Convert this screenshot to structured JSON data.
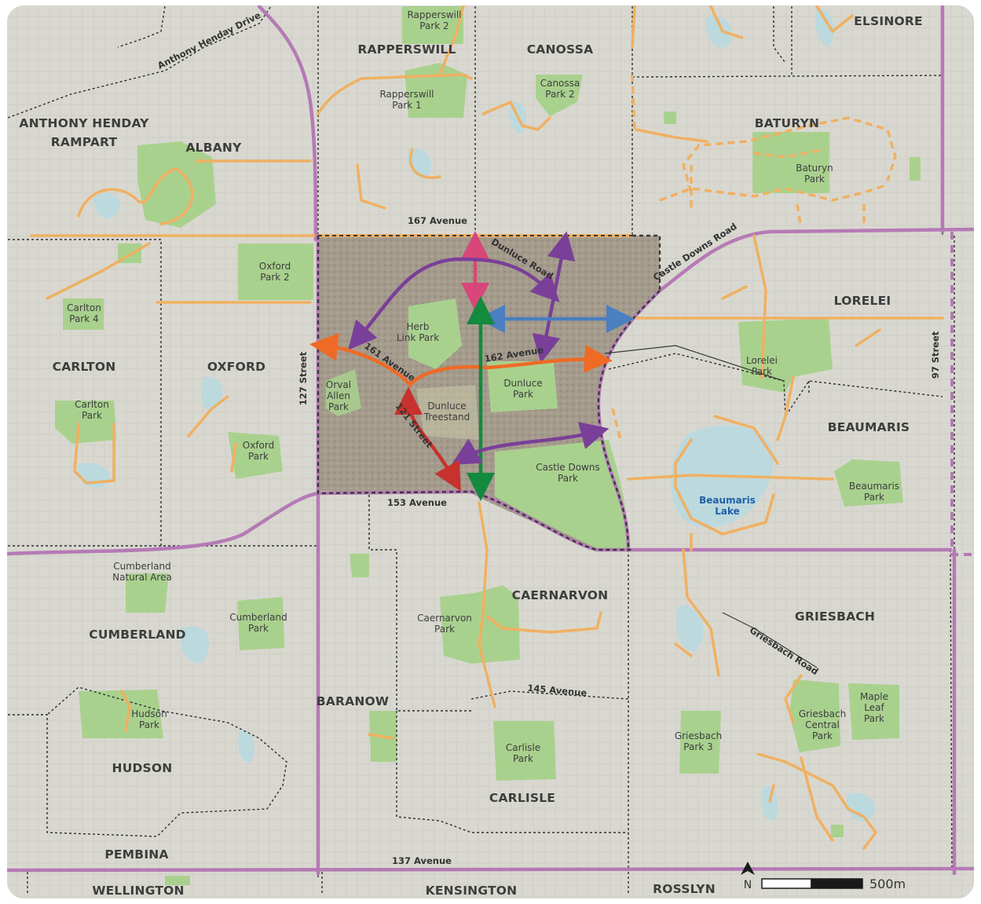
{
  "neighbourhoods": {
    "rapperswill": "RAPPERSWILL",
    "canossa": "CANOSSA",
    "elsinore": "ELSINORE",
    "anthony_henday_rampart_1": "ANTHONY HENDAY",
    "anthony_henday_rampart_2": "RAMPART",
    "albany": "ALBANY",
    "baturyn": "BATURYN",
    "lorelei": "LORELEI",
    "carlton": "CARLTON",
    "oxford": "OXFORD",
    "beaumaris": "BEAUMARIS",
    "caernarvon": "CAERNARVON",
    "cumberland": "CUMBERLAND",
    "griesbach": "GRIESBACH",
    "baranow": "BARANOW",
    "hudson": "HUDSON",
    "carlisle": "CARLISLE",
    "pembina": "PEMBINA",
    "wellington": "WELLINGTON",
    "kensington": "KENSINGTON",
    "rosslyn": "ROSSLYN"
  },
  "parks": {
    "rapperswill_park_2": [
      "Rapperswill",
      "Park 2"
    ],
    "rapperswill_park_1": [
      "Rapperswill",
      "Park 1"
    ],
    "canossa_park_2": [
      "Canossa",
      "Park 2"
    ],
    "baturyn_park": [
      "Baturyn",
      "Park"
    ],
    "oxford_park_2": [
      "Oxford",
      "Park 2"
    ],
    "carlton_park_4": [
      "Carlton",
      "Park 4"
    ],
    "herb_link_park": [
      "Herb",
      "Link Park"
    ],
    "orval_allen_park": [
      "Orval",
      "Allen",
      "Park"
    ],
    "dunluce_park": [
      "Dunluce",
      "Park"
    ],
    "dunluce_treestand": [
      "Dunluce",
      "Treestand"
    ],
    "lorelei_park": [
      "Lorelei",
      "Park"
    ],
    "carlton_park": [
      "Carlton",
      "Park"
    ],
    "oxford_park": [
      "Oxford",
      "Park"
    ],
    "castle_downs_park": [
      "Castle Downs",
      "Park"
    ],
    "beaumaris_park": [
      "Beaumaris",
      "Park"
    ],
    "cumberland_natural_area": [
      "Cumberland",
      "Natural Area"
    ],
    "cumberland_park": [
      "Cumberland",
      "Park"
    ],
    "caernarvon_park": [
      "Caernarvon",
      "Park"
    ],
    "maple_leaf_park": [
      "Maple",
      "Leaf",
      "Park"
    ],
    "hudson_park": [
      "Hudson",
      "Park"
    ],
    "griesbach_central_park": [
      "Griesbach",
      "Central",
      "Park"
    ],
    "griesbach_park_3": [
      "Griesbach",
      "Park 3"
    ],
    "carlisle_park": [
      "Carlisle",
      "Park"
    ]
  },
  "lakes": {
    "beaumaris_lake": [
      "Beaumaris",
      "Lake"
    ]
  },
  "roads": {
    "anthony_henday_drive": "Anthony Henday Drive",
    "avenue_167": "167 Avenue",
    "dunluce_road": "Dunluce Road",
    "castle_downs_road": "Castle Downs Road",
    "avenue_161": "161 Avenue",
    "avenue_162": "162 Avenue",
    "street_127": "127 Street",
    "street_121": "121 Street",
    "street_97": "97 Street",
    "avenue_153": "153 Avenue",
    "avenue_145": "145 Avenue",
    "griesbach_road": "Griesbach Road",
    "avenue_137": "137 Avenue"
  },
  "scale_bar": {
    "north_label": "N",
    "distance_label": "500m"
  },
  "colors": {
    "background": "#d9d8d0",
    "park": "#a9d18e",
    "water": "#bcd9de",
    "trail": "#f0b062",
    "arterial": "#b57ab5",
    "study_area": "#9a9284",
    "arrow_pink": "#d8467a",
    "arrow_purple": "#7a3f98",
    "arrow_blue": "#4a7fc0",
    "arrow_orange": "#ef6a25",
    "arrow_green": "#138a3e",
    "arrow_red": "#c8322e",
    "scale_dark": "#1a1a1a"
  },
  "icons": {
    "north_arrow": "north-arrow-icon"
  }
}
